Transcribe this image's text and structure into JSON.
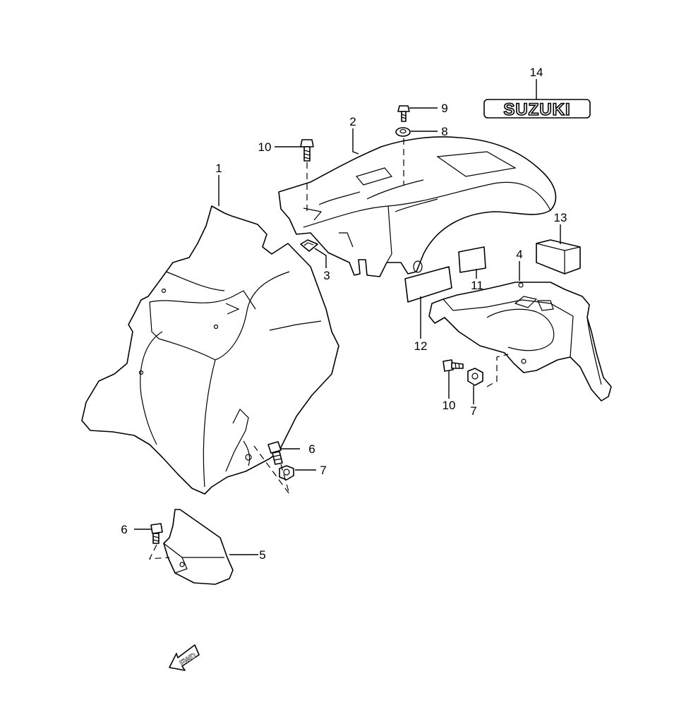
{
  "diagram": {
    "callouts": [
      {
        "id": "c1",
        "label": "1"
      },
      {
        "id": "c2",
        "label": "2"
      },
      {
        "id": "c3",
        "label": "3"
      },
      {
        "id": "c4",
        "label": "4"
      },
      {
        "id": "c5",
        "label": "5"
      },
      {
        "id": "c6a",
        "label": "6"
      },
      {
        "id": "c6b",
        "label": "6"
      },
      {
        "id": "c7a",
        "label": "7"
      },
      {
        "id": "c7b",
        "label": "7"
      },
      {
        "id": "c8",
        "label": "8"
      },
      {
        "id": "c9",
        "label": "9"
      },
      {
        "id": "c10a",
        "label": "10"
      },
      {
        "id": "c10b",
        "label": "10"
      },
      {
        "id": "c11",
        "label": "11"
      },
      {
        "id": "c12",
        "label": "12"
      },
      {
        "id": "c13",
        "label": "13"
      },
      {
        "id": "c14",
        "label": "14"
      }
    ],
    "emblem_text": "SUZUKI",
    "direction_text": "FWD"
  }
}
